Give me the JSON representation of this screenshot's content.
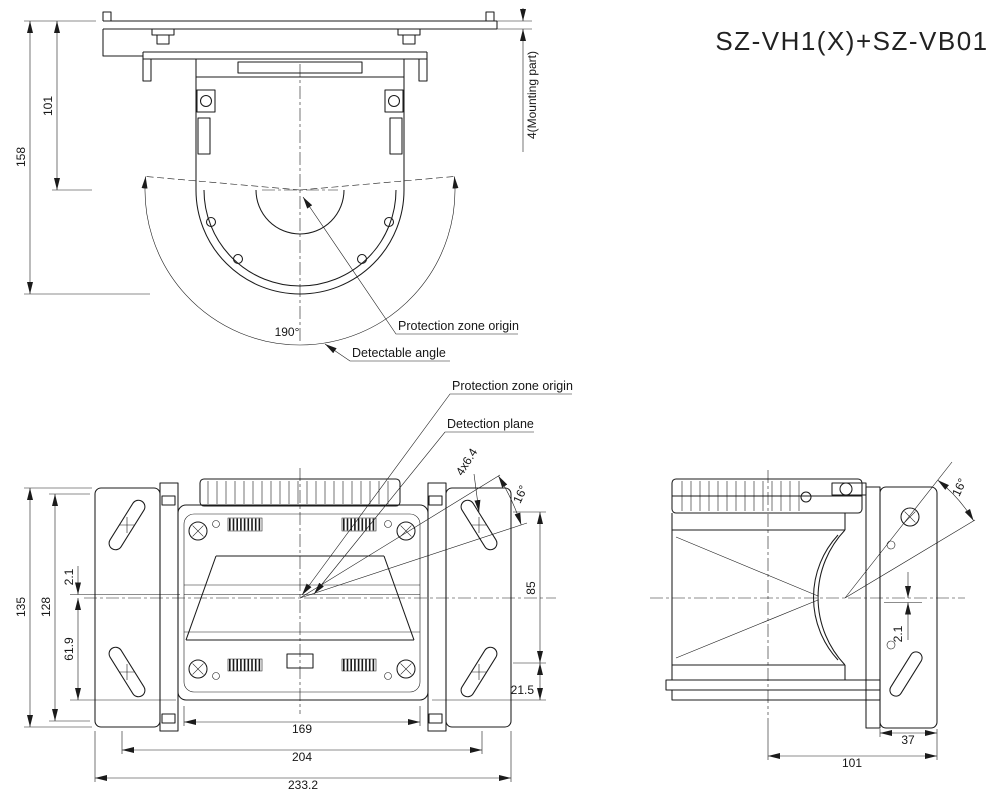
{
  "title": "SZ-VH1(X)+SZ-VB01",
  "colors": {
    "line": "#1b1b1b",
    "background": "#ffffff"
  },
  "front_view": {
    "dim_total_height": "158",
    "dim_upper_height": "101",
    "dim_mounting": "4(Mounting part)",
    "dim_detect_angle": "190°",
    "label_origin": "Protection zone origin",
    "label_angle": "Detectable angle"
  },
  "top_view": {
    "dim_total_height": "135",
    "dim_body_height": "128",
    "dim_offset": "2.1",
    "dim_lower_height": "61.9",
    "dim_inner_width": "169",
    "dim_body_width": "204",
    "dim_total_width": "233.2",
    "dim_right_height": "85",
    "dim_right_lower": "21.5",
    "dim_slots": "4x6.4",
    "dim_tilt": "16°",
    "label_origin": "Protection zone origin",
    "label_plane": "Detection plane"
  },
  "side_view": {
    "dim_tilt": "16°",
    "dim_offset": "2.1",
    "dim_bracket_depth": "37",
    "dim_body_depth": "101"
  }
}
